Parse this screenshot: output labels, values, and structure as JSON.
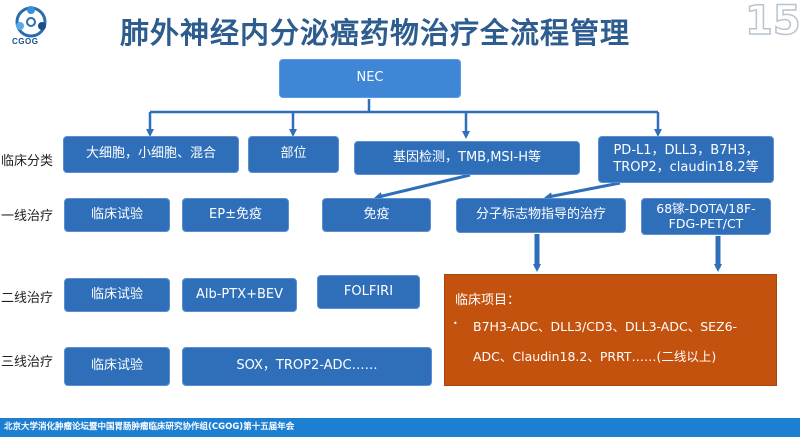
{
  "header": {
    "logo_text": "CGOG",
    "title": "肺外神经内分泌癌药物治疗全流程管理",
    "page_number": "15"
  },
  "root": {
    "label": "NEC"
  },
  "row_labels": {
    "clinical": "临床分类",
    "first_line": "一线治疗",
    "second_line": "二线治疗",
    "third_line": "三线治疗"
  },
  "clinical_classification": [
    "大细胞，小细胞、混合",
    "部位",
    "基因检测，TMB,MSI-H等",
    "PD-L1，DLL3，B7H3，TROP2，claudin18.2等"
  ],
  "first_line": {
    "trial": "临床试验",
    "chemo": "EP±免疫",
    "immuno": "免疫",
    "targeted": "分子标志物指导的治疗",
    "imaging": "68镓-DOTA/18F-FDG-PET/CT"
  },
  "second_line": {
    "trial": "临床试验",
    "regimen1": "Alb-PTX+BEV",
    "regimen2": "FOLFIRI"
  },
  "third_line": {
    "trial": "临床试验",
    "regimen": "SOX，TROP2-ADC……"
  },
  "clinical_projects": {
    "title": "临床项目：",
    "bullet": "•",
    "line1": "B7H3-ADC、DLL3/CD3、DLL3-ADC、SEZ6-",
    "line2": "ADC、Claudin18.2、PRRT……(二线以上)"
  },
  "footer": {
    "text": "北京大学消化肿瘤论坛暨中国胃肠肿瘤临床研究协作组(CGOG)第十五届年会"
  },
  "colors": {
    "box_blue": "#2f6fba",
    "title_blue": "#2d5d8f",
    "panel_orange": "#c4520f",
    "footer_blue": "#1d7fd1"
  }
}
